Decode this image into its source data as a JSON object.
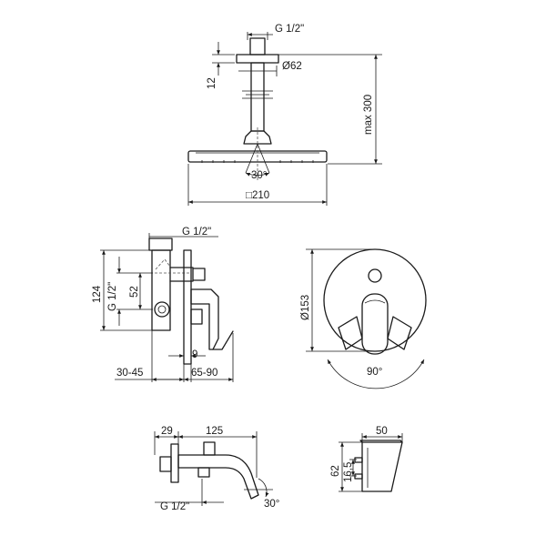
{
  "shower_head": {
    "thread": "G 1/2\"",
    "flange_diameter": "Ø62",
    "flange_height": "12",
    "max_length": "max 300",
    "tilt_angle": "30°",
    "head_size": "□210"
  },
  "mixer_side": {
    "outlet_thread": "G 1/2\"",
    "inlet_thread": "G 1/2\"",
    "height": "124",
    "inlet_offset": "52",
    "plate_depth": "9",
    "body_depth": "30-45",
    "handle_depth": "65-90"
  },
  "mixer_front": {
    "diameter": "Ø153",
    "rotation": "90°"
  },
  "spout": {
    "depth": "29",
    "length": "125",
    "thread": "G 1/2\"",
    "angle": "30°"
  },
  "holder": {
    "width": "50",
    "height": "62",
    "hole_spacing": "16,5"
  }
}
